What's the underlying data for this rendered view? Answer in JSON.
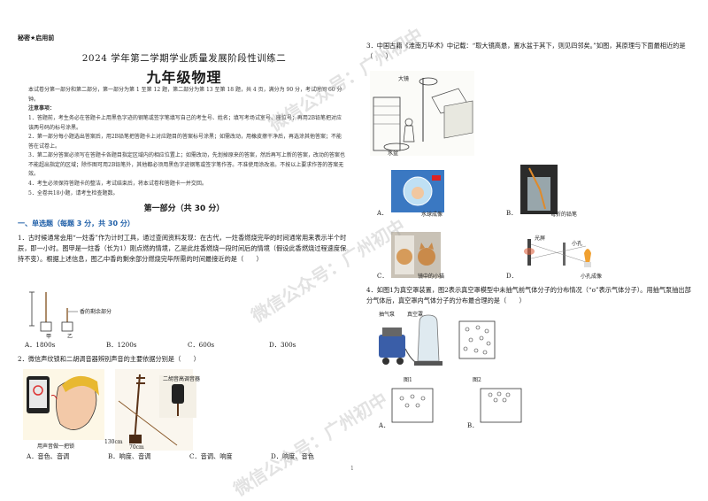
{
  "header": {
    "secret": "秘密★启用前",
    "title_line1": "2024 学年第二学期学业质量发展阶段性训练二",
    "title_line2": "九年级物理"
  },
  "instructions": {
    "intro": "本试卷分第一部分和第二部分，第一部分为第 1 至第 12 题，第二部分为第 13 至第 18 题，共 4 页，满分为 90 分，考试时间 60 分钟。",
    "notice_title": "注意事项：",
    "n1": "1．答题前，考生务必在答题卡上用黑色字迹的钢笔或签字笔填写自己的考生号、姓名；填写考场试室号、座位号；再用2B铅笔把对应该两号码的标号涂黑。",
    "n2": "2．第一部分每小题选出答案后，用2B铅笔把答题卡上对应题目的答案标号涂黑；如需改动，用橡皮擦干净后，再选涂其他答案；不能答在试卷上。",
    "n3": "3．第二部分答案必须写在答题卡各题目指定区域内的相应位置上；如需改动，先划掉原来的答案，然后再写上新的答案，改动的答案也不能超出指定的区域；除作图可用2B铅笔外，其他都必须用黑色字迹钢笔或签字笔作答。不准使用涂改液。不按以上要求作答的答案无效。",
    "n4": "4．考生必须保持答题卡的整洁，考试结束后，将本试卷和答题卡一并交回。",
    "n5": "5．全卷共18小题，请考生检查题数。"
  },
  "part1": {
    "title": "第一部分（共 30 分）",
    "section": "一、单选题（每题 3 分，共 30 分）"
  },
  "q1": {
    "text": "1．古时候通常会用“一炷香”作为计时工具，通过查阅资料发现：在古代，一炷香燃烧完毕的时间通常用来表示半个时辰，即一小时。图甲是一炷香（长为1）刚点燃的情境，乙是此炷香燃烧一段时间后的情境（假设此香燃烧过程速度保持不变）。根据上述信息，图乙中香的剩余部分燃烧完毕所需的时间最接近的是（　　）",
    "fig_label": "香的剩余部分",
    "fig_jia": "甲",
    "fig_yi": "乙",
    "A": "A．1800s",
    "B": "B．1200s",
    "C": "C．600s",
    "D": "D．300s"
  },
  "q2": {
    "text": "2．微信声纹锁和二胡调音器辨别声音的主要依据分别是（　　）",
    "cap_left": "用声音做一把锁",
    "cap_right_top": "二胡音高调音器",
    "cap_130": "130cm",
    "cap_70": "70cm",
    "A": "A．音色、音调",
    "B": "B．响度、音调",
    "C": "C．音调、响度",
    "D": "D．响度、音色"
  },
  "q3": {
    "text": "3．中国古籍《淮南万毕术》中记载：“取大镜高悬，置水盆于其下，则见四邻矣。”如图，其原理与下面最相近的是（　　）",
    "label_mirror": "大镜",
    "label_basin": "水盆",
    "A": "A．",
    "A_cap": "水球成像",
    "B": "B．",
    "B_cap": "弯折的铅笔",
    "C": "C．",
    "C_cap": "镜中的小猫",
    "D": "D．",
    "D_cap": "小孔成像",
    "D_lbl1": "光屏",
    "D_lbl2": "小孔"
  },
  "q4": {
    "text": "4．如图1为真空罩装置，图2表示真空罩模型中未抽气前气体分子的分布情况（“o”表示气体分子）。用抽气泵抽出部分气体后，真空罩内气体分子的分布最合理的是（　　）",
    "lbl_pump": "抽气泵",
    "lbl_cover": "真空罩",
    "fig1": "图1",
    "fig2": "图2",
    "A": "A．",
    "B": "B．"
  },
  "page_number": "1",
  "watermark": "微信公众号：广州初中"
}
